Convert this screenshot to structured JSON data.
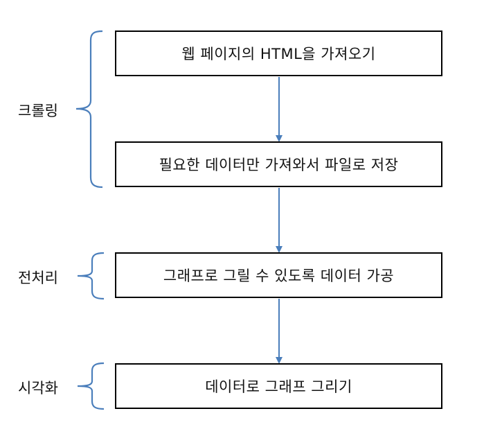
{
  "steps": [
    "웹 페이지의 HTML을 가져오기",
    "필요한 데이터만 가져와서 파일로 저장",
    "그래프로 그릴 수 있도록 데이터 가공",
    "데이터로 그래프 그리기"
  ],
  "groups": [
    "크롤링",
    "전처리",
    "시각화"
  ],
  "colors": {
    "arrow": "#4a7ebb",
    "brace": "#4a7ebb",
    "box_border": "#000000",
    "text": "#111111"
  }
}
